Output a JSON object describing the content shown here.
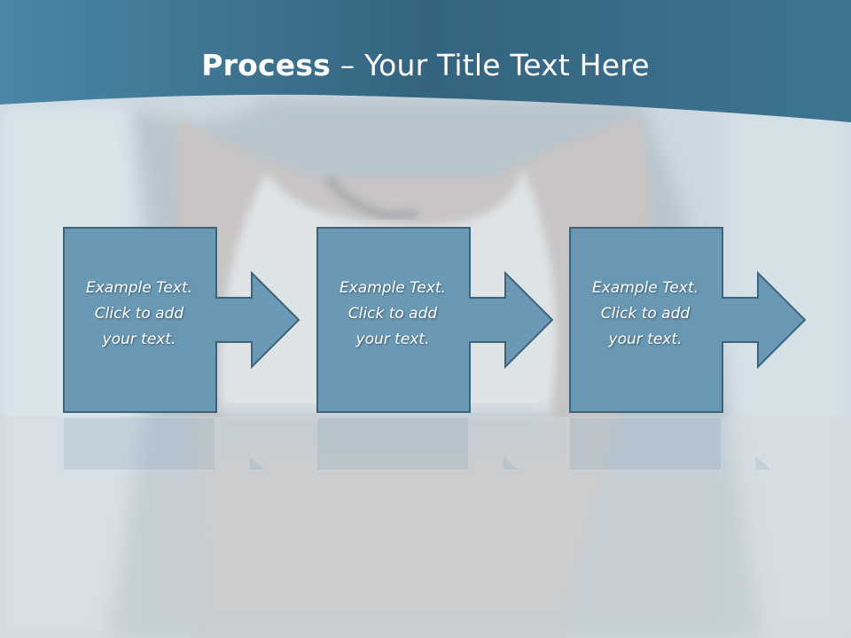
{
  "slide": {
    "title_bold": "Process",
    "title_rest": " – Your Title Text Here",
    "colors": {
      "header": "#3f7593",
      "box_fill": "#6797b4",
      "box_stroke": "#3b5f78",
      "text": "#ffffff"
    },
    "steps": [
      {
        "line1": "Example Text.",
        "line2": "Click  to add",
        "line3": "your text."
      },
      {
        "line1": "Example Text.",
        "line2": "Click  to add",
        "line3": "your text."
      },
      {
        "line1": "Example Text.",
        "line2": "Click  to add",
        "line3": "your text."
      }
    ]
  }
}
